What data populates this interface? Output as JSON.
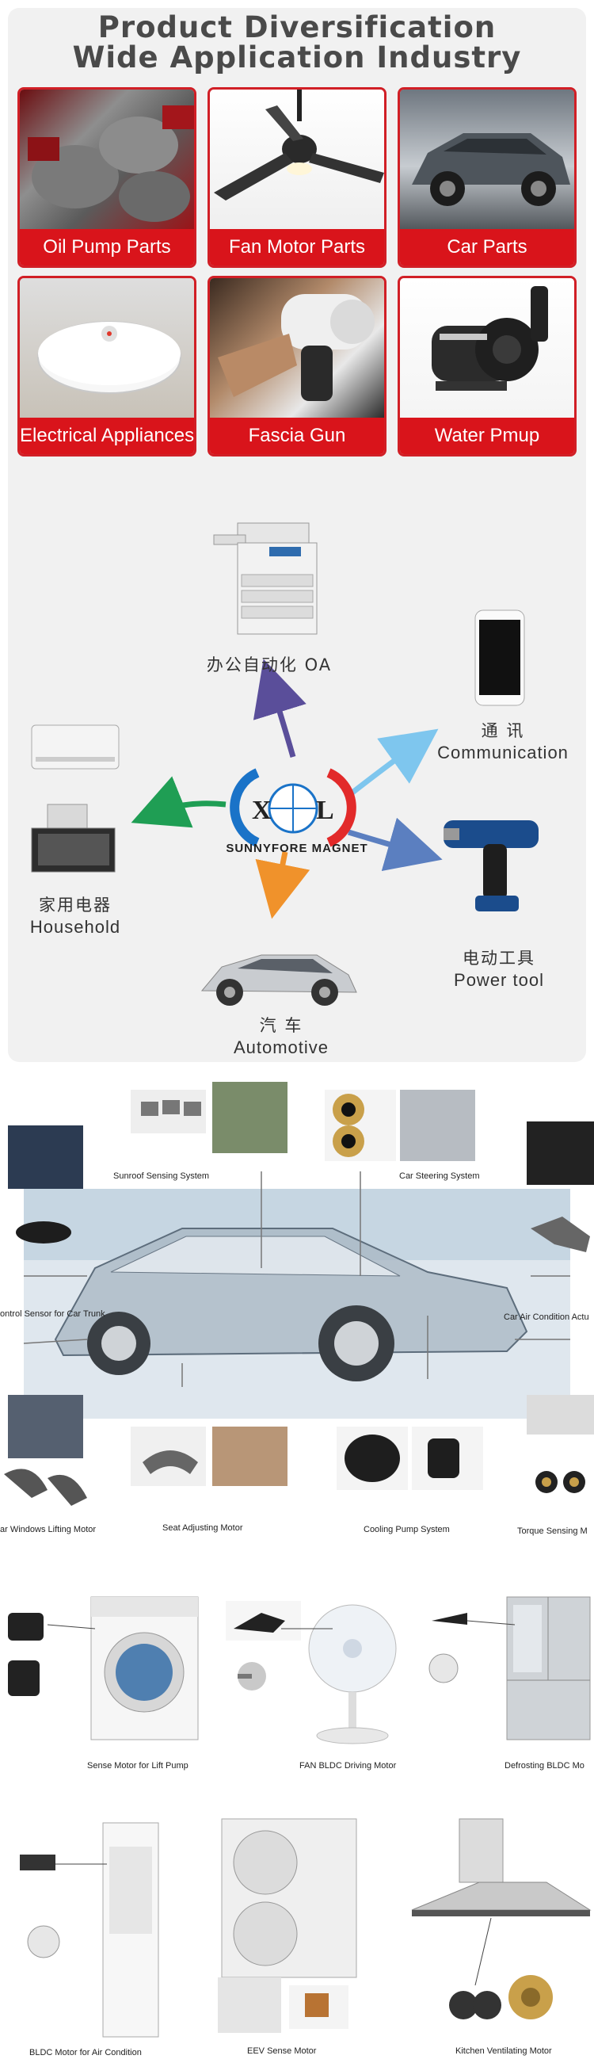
{
  "header": {
    "title_line1": "Product Diversification",
    "title_line2": "Wide Application Industry"
  },
  "products": [
    {
      "label": "Oil Pump Parts"
    },
    {
      "label": "Fan Motor Parts"
    },
    {
      "label": "Car Parts"
    },
    {
      "label": "Electrical Appliances"
    },
    {
      "label": "Fascia Gun"
    },
    {
      "label": "Water Pmup"
    }
  ],
  "application_diagram": {
    "brand_logo": "XL",
    "brand": "SUNNYFORE MAGNET",
    "office": {
      "cn": "办公自动化 OA"
    },
    "communication": {
      "cn": "通 讯",
      "en": "Communication"
    },
    "household": {
      "cn": "家用电器",
      "en": "Household"
    },
    "power_tool": {
      "cn": "电动工具",
      "en": "Power tool"
    },
    "automotive": {
      "cn": "汽 车",
      "en": "Automotive"
    },
    "arrow_colors": {
      "office": "#5a4e9a",
      "communication": "#7ec6ee",
      "household": "#1f9e54",
      "power_tool": "#5b7fc0",
      "automotive": "#f0922b"
    }
  },
  "automotive_labels": {
    "sunroof": "Sunroof Sensing System",
    "steering": "Car Steering System",
    "trunk": "ontrol Sensor for Car Trunk",
    "air_condition": "Car Air Condition Actu",
    "windows": "ar Windows Lifting Motor",
    "seat": "Seat Adjusting Motor",
    "cooling": "Cooling Pump System",
    "torque": "Torque Sensing M"
  },
  "appliance_labels": {
    "lift_pump": "Sense Motor for Lift Pump",
    "fan_bldc": "FAN BLDC Driving Motor",
    "defrosting": "Defrosting BLDC Mo",
    "air_condition_bldc": "BLDC Motor for Air Condition",
    "eev": "EEV Sense Motor",
    "kitchen": "Kitchen Ventilating Motor"
  }
}
